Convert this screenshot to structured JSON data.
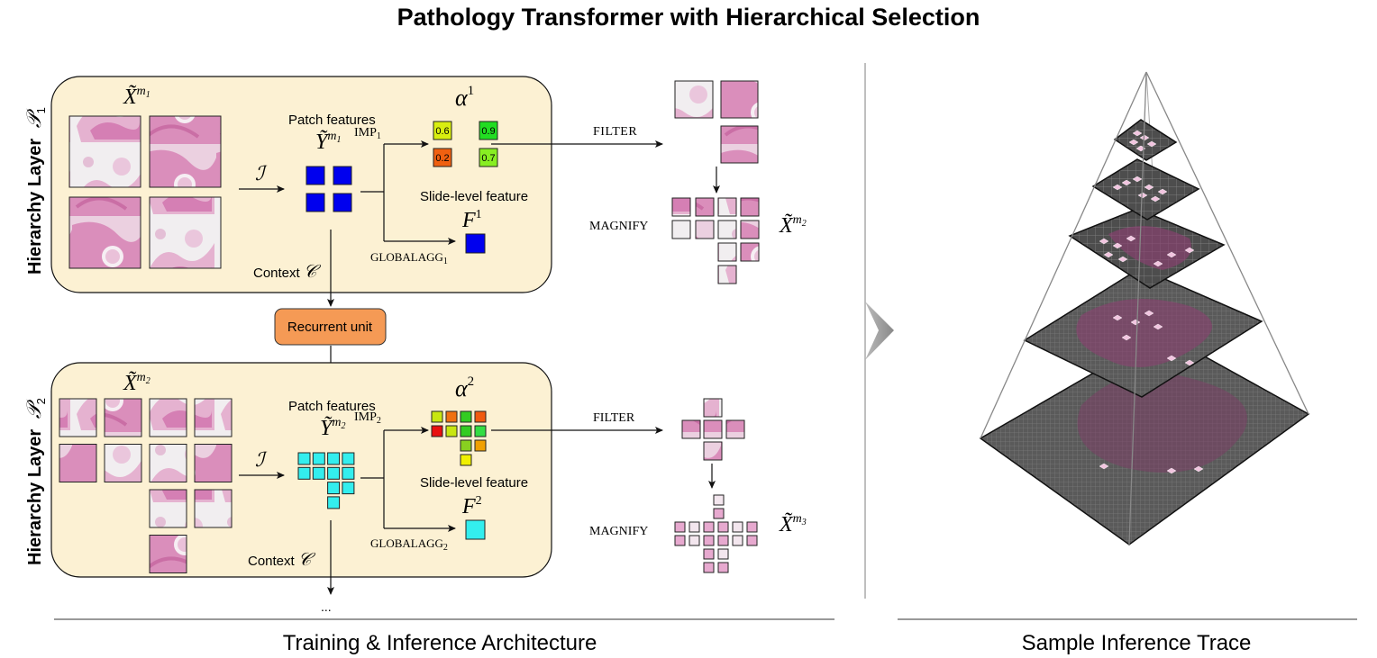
{
  "title": "Pathology Transformer with Hierarchical Selection",
  "captions": {
    "left": "Training & Inference Architecture",
    "right": "Sample Inference Trace"
  },
  "layer1": {
    "side_label": "Hierarchy Layer",
    "side_symbol": "𝒫",
    "side_sub": "1",
    "input_base": "X̃",
    "input_sup": "m",
    "input_sup_sub": "1",
    "encoder_symbol": "ℐ",
    "patch_features": "Patch features",
    "y_base": "Ỹ",
    "y_sup": "m",
    "y_sup_sub": "1",
    "imp": "IMP",
    "imp_sub": "1",
    "alpha_base": "α",
    "alpha_sup": "1",
    "alpha_values": [
      "0.6",
      "0.9",
      "0.2",
      "0.7"
    ],
    "alpha_colors": [
      "#d8ee10",
      "#22dd22",
      "#f06010",
      "#88ee22"
    ],
    "slide_level": "Slide-level feature",
    "f_base": "F",
    "f_sup": "1",
    "globalagg": "GLOBALAGG",
    "globalagg_sub": "1",
    "context": "Context",
    "context_symbol": "𝒞",
    "feature_color": "#0000ee"
  },
  "recurrent_unit": "Recurrent unit",
  "layer2": {
    "side_label": "Hierarchy Layer",
    "side_symbol": "𝒫",
    "side_sub": "2",
    "input_base": "X̃",
    "input_sup": "m",
    "input_sup_sub": "2",
    "encoder_symbol": "ℐ",
    "patch_features": "Patch features",
    "y_base": "Ỹ",
    "y_sup": "m",
    "y_sup_sub": "2",
    "imp": "IMP",
    "imp_sub": "2",
    "alpha_base": "α",
    "alpha_sup": "2",
    "alpha_colors": [
      "#c8e610",
      "#f07010",
      "#33cc22",
      "#f05a10",
      "#e81010",
      "#c8e610",
      "#33cc22",
      "#33dd44",
      "#88d020",
      "#f0a000",
      "#f0f000"
    ],
    "slide_level": "Slide-level feature",
    "f_base": "F",
    "f_sup": "2",
    "globalagg": "GLOBALAGG",
    "globalagg_sub": "2",
    "context": "Context",
    "context_symbol": "𝒞",
    "feature_color": "#33eeee"
  },
  "filter_label_1": "FILTER",
  "magnify_label_1": "MAGNIFY",
  "out1_base": "X̃",
  "out1_sup": "m",
  "out1_sup_sub": "2",
  "filter_label_2": "FILTER",
  "magnify_label_2": "MAGNIFY",
  "out2_base": "X̃",
  "out2_sup": "m",
  "out2_sup_sub": "3",
  "ellipsis": "...",
  "colors": {
    "box_fill": "#fcf1d3",
    "recurrent_fill": "#f59a55",
    "tissue": "#d774b0",
    "pyramid_layer": "#555555"
  }
}
